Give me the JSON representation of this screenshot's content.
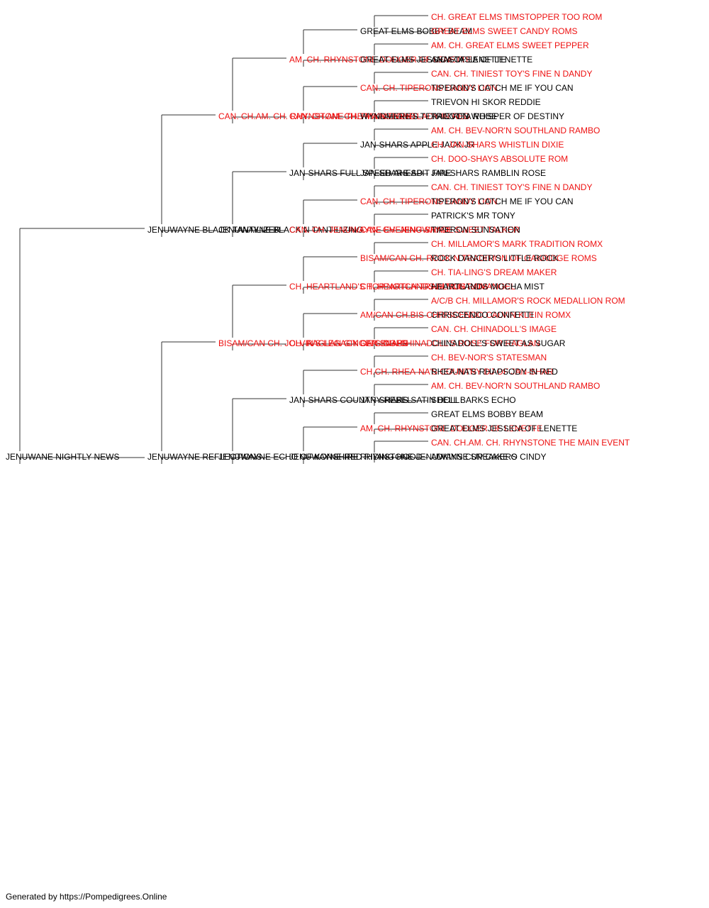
{
  "colors": {
    "champion": "#ee1111",
    "normal": "#000000",
    "lines": "#333333"
  },
  "pedigree": {
    "name": "JENUWANE NIGHTLY NEWS",
    "ch": false,
    "sire": {
      "name": "JENUWAYNE BLACK TANTILIZER",
      "ch": false,
      "sire": {
        "name": "CAN. CH.AM. CH. RHYNSTONE THE MAIN EVENT",
        "ch": true,
        "sire": {
          "name": "AM. CH. RHYNSTONE DODGER OF LENETTE",
          "ch": true,
          "sire": {
            "name": "GREAT ELMS BOBBY BEAM",
            "ch": false,
            "sire": {
              "name": "CH. GREAT ELMS TIMSTOPPER TOO ROM",
              "ch": true
            },
            "dam": {
              "name": "GREAT ELMS SWEET CANDY ROMS",
              "ch": true
            }
          },
          "dam": {
            "name": "GREAT ELMS JESSICA OF LENETTE",
            "ch": false,
            "sire": {
              "name": "AM. CH. GREAT ELMS SWEET PEPPER",
              "ch": true
            },
            "dam": {
              "name": "ANASTASIA OF LENETTE",
              "ch": false
            }
          }
        },
        "dam": {
          "name": "CAN. CH.AM. CH. RHYNSTONE LADY IN RED",
          "ch": true,
          "sire": {
            "name": "CAN. CH. TIPERONS DANDY LION",
            "ch": true,
            "sire": {
              "name": "CAN. CH. TINIEST TOY'S FINE N DANDY",
              "ch": true
            },
            "dam": {
              "name": "TIPERON'S CATCH ME IF YOU CAN",
              "ch": false
            }
          },
          "dam": {
            "name": "WYNDMERE'S TERACOTTA ROSE",
            "ch": false,
            "sire": {
              "name": "TRIEVON HI SKOR REDDIE",
              "ch": false
            },
            "dam": {
              "name": "TRIEVON WHISPER OF DESTINY",
              "ch": false
            }
          }
        }
      },
      "dam": {
        "name": "JENUWAYNE BLACK N TANTILIZING",
        "ch": false,
        "sire": {
          "name": "JAN-SHARS FULL SPEED AHEAD",
          "ch": false,
          "sire": {
            "name": "JAN-SHARS APPLE JACK JR",
            "ch": false,
            "sire": {
              "name": "AM. CH. BEV-NOR'N SOUTHLAND RAMBO",
              "ch": true
            },
            "dam": {
              "name": "CH. JAN-SHARS WHISTLIN DIXIE",
              "ch": true
            }
          },
          "dam": {
            "name": "JAN-SHARS SPIT FIRE",
            "ch": false,
            "sire": {
              "name": "CH. DOO-SHAYS ABSOLUTE ROM",
              "ch": true
            },
            "dam": {
              "name": "JAN-SHARS RAMBLIN ROSE",
              "ch": false
            }
          }
        },
        "dam": {
          "name": "CAN. CH. JENUWAYNE EVENING SHADE",
          "ch": true,
          "sire": {
            "name": "CAN. CH. TIPERONS DANDY LION",
            "ch": true,
            "sire": {
              "name": "CAN. CH. TINIEST TOY'S FINE N DANDY",
              "ch": true
            },
            "dam": {
              "name": "TIPERON'S CATCH ME IF YOU CAN",
              "ch": false
            }
          },
          "dam": {
            "name": "CAN. CH. JENUWAYNE SWEET TALKER",
            "ch": true,
            "sire": {
              "name": "PATRICK'S MR TONY",
              "ch": false
            },
            "dam": {
              "name": "TIPERON SUNSATION",
              "ch": false
            }
          }
        }
      }
    },
    "dam": {
      "name": "JENUWAYNE REFLECTIONS",
      "ch": false,
      "sire": {
        "name": "BISAM/CAN CH. JOLVIN'S LEGACY OF GINGER",
        "ch": true,
        "sire": {
          "name": "CH. HEARTLAND'S TOP NOTCH TRADITION ROM",
          "ch": true,
          "sire": {
            "name": "BISAM/CAN CH. ROCK N TRADITION OF OAKRIDGE ROMS",
            "ch": true,
            "sire": {
              "name": "CH. MILLAMOR'S MARK TRADITION ROMX",
              "ch": true
            },
            "dam": {
              "name": "ROCK DANCER'S LITTLE ROCK",
              "ch": false
            }
          },
          "dam": {
            "name": "CH. HEARTLANDS ALMOST AN ANGEL",
            "ch": true,
            "sire": {
              "name": "CH. TIA-LING'S DREAM MAKER",
              "ch": true
            },
            "dam": {
              "name": "HEARTLANDS MOCHA MIST",
              "ch": false
            }
          }
        },
        "dam": {
          "name": "CH. RAGLAN GINGER SNAPS",
          "ch": true,
          "sire": {
            "name": "AM/CAN CH.BIS CHRISCENDO CALVIN KLEIN ROMX",
            "ch": true,
            "sire": {
              "name": "A/C/B CH. MILLAMOR'S ROCK MEDALLION ROM",
              "ch": true
            },
            "dam": {
              "name": "CHRISCENDO CONFETTI",
              "ch": false
            }
          },
          "dam": {
            "name": "CAN. CH. CHINADOLL'S ROSE FOR RAGLAN",
            "ch": true,
            "sire": {
              "name": "CAN. CH. CHINADOLL'S IMAGE",
              "ch": true
            },
            "dam": {
              "name": "CHINADOLL'S SWEET AS SUGAR",
              "ch": false
            }
          }
        }
      },
      "dam": {
        "name": "JENUWAYNE ECHO OF KONSHIRE",
        "ch": false,
        "sire": {
          "name": "JAN-SHARS COUNTRY REBEL",
          "ch": false,
          "sire": {
            "name": "CH.CH. RHEA-NA'S COUNTRY DJ OF JAN-SHAR",
            "ch": true,
            "sire": {
              "name": "CH. BEV-NOR'S STATESMAN",
              "ch": true
            },
            "dam": {
              "name": "RHEA-NA'S RHAPSODY IN RED",
              "ch": false
            }
          },
          "dam": {
            "name": "JAN-SHARS SATIN DOLL",
            "ch": false,
            "sire": {
              "name": "AM. CH. BEV-NOR'N SOUTHLAND RAMBO",
              "ch": true
            },
            "dam": {
              "name": "SHELL BARKS ECHO",
              "ch": false
            }
          }
        },
        "dam": {
          "name": "JENUWAYNE RED RIDING HOOD",
          "ch": false,
          "sire": {
            "name": "AM. CH. RHYNSTONE DODGER OF LENETTE",
            "ch": true,
            "sire": {
              "name": "GREAT ELMS BOBBY BEAM",
              "ch": false
            },
            "dam": {
              "name": "GREAT ELMS JESSICA OF LENETTE",
              "ch": false
            }
          },
          "dam": {
            "name": "RHYNSTONE JENUWAYNE SNEAKERS",
            "ch": false,
            "sire": {
              "name": "CAN. CH.AM. CH. RHYNSTONE THE MAIN EVENT",
              "ch": true
            },
            "dam": {
              "name": "ADKINS CUP CAKE O CINDY",
              "ch": false
            }
          }
        }
      }
    }
  },
  "footer": "Generated by https://Pompedigrees.Online"
}
